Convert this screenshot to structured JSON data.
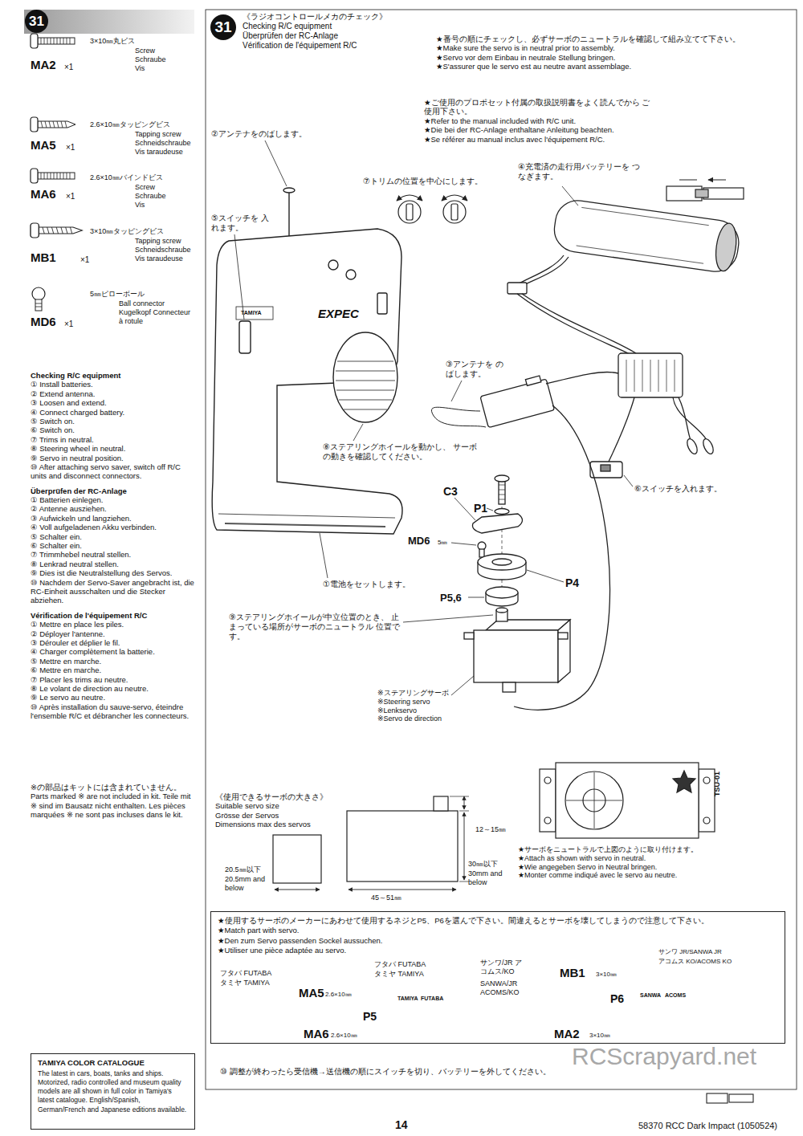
{
  "diagram": {
    "nodes": [
      {
        "text": [
          "31"
        ]
      },
      {
        "text": [
          "31",
          "《ラジオコントロールメカのチェック》",
          "Checking R/C equipment",
          "Überprüfen der RC-Anlage",
          "Vérification de l'équipement R/C"
        ]
      },
      {
        "text": [
          "★使用するサーボのメーカーにあわせて使用するネジとP5、P6を選んで下さい。間違えるとサーボを壊してしまうので注意して下さい。",
          "★Match part with servo.",
          "★Den zum Servo passenden Sockel aussuchen.",
          "★Utiliser une pièce adaptée au servo."
        ]
      },
      {
        "text": [
          "TAMIYA COLOR CATALOGUE",
          "The latest in cars, boats, tanks and ships. Motorized, radio controlled and museum quality models are all shown in full color in Tamiya's latest catalogue. English/Spanish, German/French and Japanese editions available."
        ]
      }
    ],
    "labels": [
      "3×10㎜丸ビス",
      "Screw Schraube Vis",
      "MA2",
      "×1",
      "2.6×10㎜タッピングビス",
      "Tapping screw Schneidschraube Vis taraudeuse",
      "MA5",
      "×1",
      "2.6×10㎜バインドビス",
      "Screw Schraube Vis",
      "MA6",
      "×1",
      "3×10㎜タッピングビス",
      "Tapping screw Schneidschraube Vis taraudeuse",
      "MB1",
      "×1",
      "5㎜ピローボール",
      "Ball connector Kugelkopf Connecteur à rotule",
      "MD6",
      "×1",
      "Checking R/C equipment",
      "① Install batteries.",
      "② Extend antenna.",
      "③ Loosen and extend.",
      "④ Connect charged battery.",
      "⑤ Switch on.",
      "⑥ Switch on.",
      "⑦ Trims in neutral.",
      "⑧ Steering wheel in neutral.",
      "⑨ Servo in neutral position.",
      "⑩ After attaching servo saver, switch off R/C units and disconnect connectors.",
      "Überprüfen der RC-Anlage",
      "① Batterien einlegen.",
      "② Antenne ausziehen.",
      "③ Aufwickeln und langziehen.",
      "④ Voll aufgeladenen Akku verbinden.",
      "⑤ Schalter ein.",
      "⑥ Schalter ein.",
      "⑦ Trimmhebel neutral stellen.",
      "⑧ Lenkrad neutral stellen.",
      "⑨ Dies ist die Neutralstellung des Servos.",
      "⑩ Nachdem der Servo-Saver angebracht ist, die RC-Einheit ausschalten und die Stecker abziehen.",
      "Vérification de l'équipement R/C",
      "① Mettre en place les piles.",
      "② Déployer l'antenne.",
      "③ Dérouler et déplier le fil.",
      "④ Charger complètement la batterie.",
      "⑤ Mettre en marche.",
      "⑥ Mettre en marche.",
      "⑦ Placer les trims au neutre.",
      "⑧ Le volant de direction au neutre.",
      "⑨ Le servo au neutre.",
      "⑩ Après installation du sauve-servo, éteindre l'ensemble R/C et débrancher les connecteurs.",
      "※の部品はキットには含まれていません。 Parts marked ※ are not included in kit. Teile mit ※ sind im Bausatz nicht enthalten. Les pièces marquées ※ ne sont pas incluses dans le kit.",
      "★番号の順にチェックし、必ずサーボのニュートラルを確認して組み立てて下さい。",
      "★Make sure the servo is in neutral prior to assembly.",
      "★Servo vor dem Einbau in neutrale Stellung bringen.",
      "★S'assurer que le servo est au neutre avant assemblage.",
      "★ご使用のプロポセット付属の取扱説明書をよく読んでから ご使用下さい。",
      "★Refer to the manual included with R/C unit.",
      "★Die bei der RC-Anlage enthaltane Anleitung beachten.",
      "★Se référer au manual inclus avec l'équipement R/C.",
      "②アンテナをのばします。",
      "⑦トリムの位置を中心にします。",
      "④充電済の走行用バッテリーを つなぎます。",
      "⑤スイッチを 入れます。",
      "③アンテナを のばします。",
      "⑧ステアリングホイールを動かし、 サーボの動きを確認してください。",
      "P1",
      "C3",
      "MD6",
      "5㎜",
      "P4",
      "P5,6",
      "⑥スイッチを入れます。",
      "①電池をセットします。",
      "⑨ステアリングホイールが中立位置のとき、 止まっている場所がサーボのニュートラル 位置です。",
      "※ステアリングサーボ",
      "※Steering servo",
      "※Lenkservo",
      "※Servo de direction",
      "TAMIYA",
      "EXPEC",
      "TSU-01",
      "★サーボをニュートラルで上図のように取り付けます。",
      "★Attach as shown with servo in neutral.",
      "★Wie angegeben Servo in Neutral bringen.",
      "★Monter comme indiqué avec le servo au neutre.",
      "《使用できるサーボの大きさ》",
      "Suitable servo size",
      "Grösse der Servos",
      "Dimensions max des servos",
      "12～15㎜",
      "30㎜以下",
      "30mm and below",
      "20.5㎜以下",
      "20.5mm and below",
      "45～51㎜",
      "フタバ FUTABA",
      "タミヤ TAMIYA",
      "MA5",
      "2.6×10㎜",
      "MA6",
      "2.6×10㎜",
      "フタバ FUTABA",
      "タミヤ TAMIYA",
      "P5",
      "TAMIYA",
      "FUTABA",
      "サンワ/JR アコムス/KO",
      "SANWA/JR ACOMS/KO",
      "MB1",
      "3×10㎜",
      "サンワ JR/SANWA JR",
      "アコムス KO/ACOMS KO",
      "P6",
      "SANWA",
      "ACOMS",
      "MA2",
      "3×10㎜",
      "⑩ 調整が終わったら受信機→送信機の順にスイッチを切り、バッテリーを外してください。",
      "RCScrapyard.net",
      "14",
      "58370 RCC Dark Impact (1050524)"
    ]
  }
}
